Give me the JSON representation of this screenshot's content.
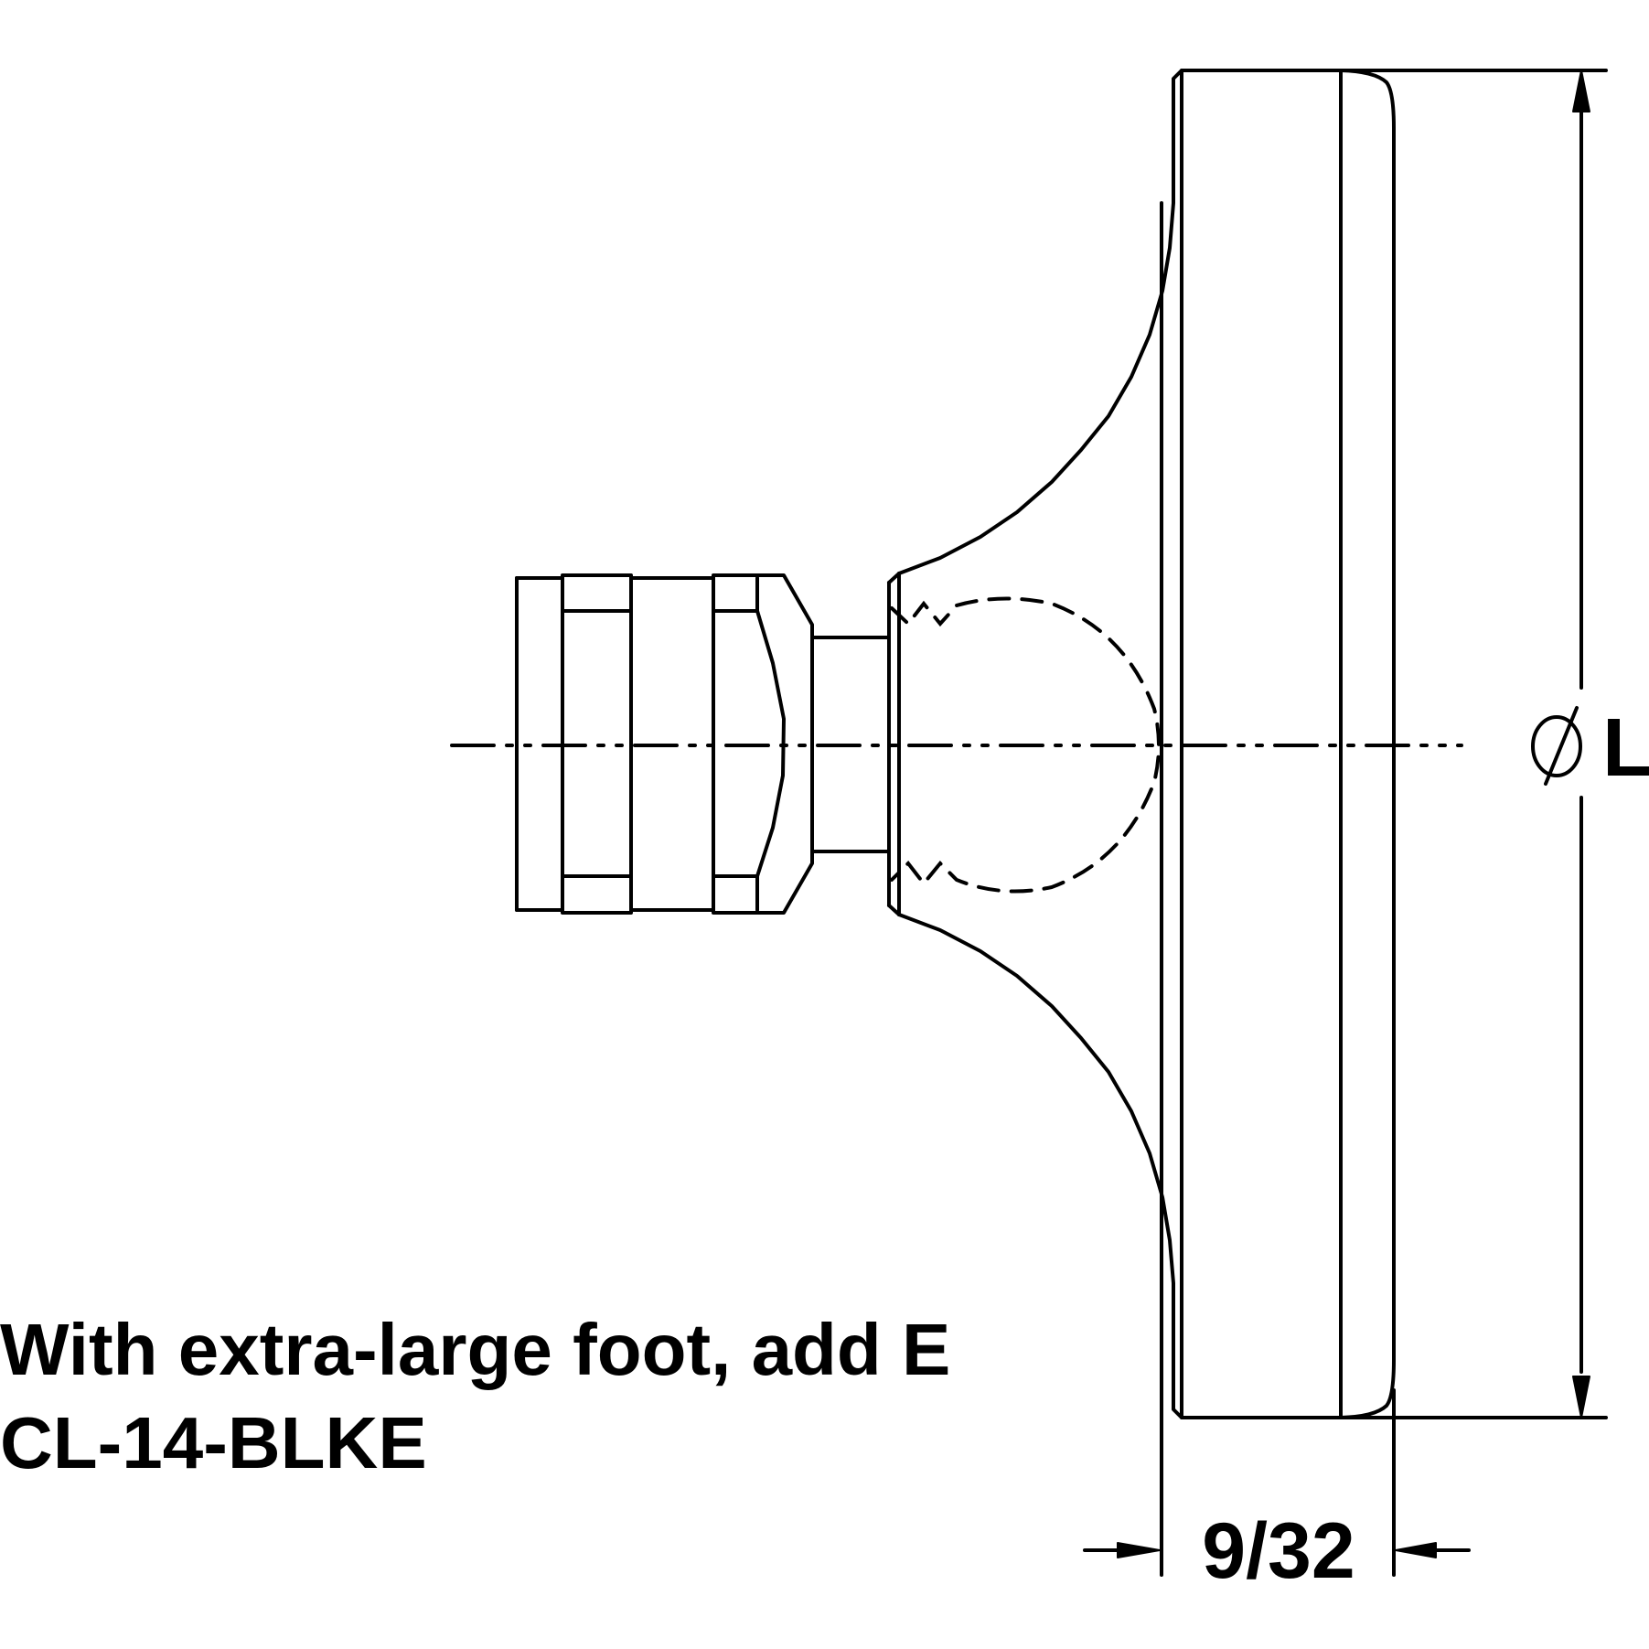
{
  "dimensions": {
    "diameter_symbol": "∅",
    "diameter_label": "L",
    "thickness_label": "9/32"
  },
  "notes": {
    "line1": "With extra-large foot, add E",
    "line2": "CL-14-BLKE"
  }
}
